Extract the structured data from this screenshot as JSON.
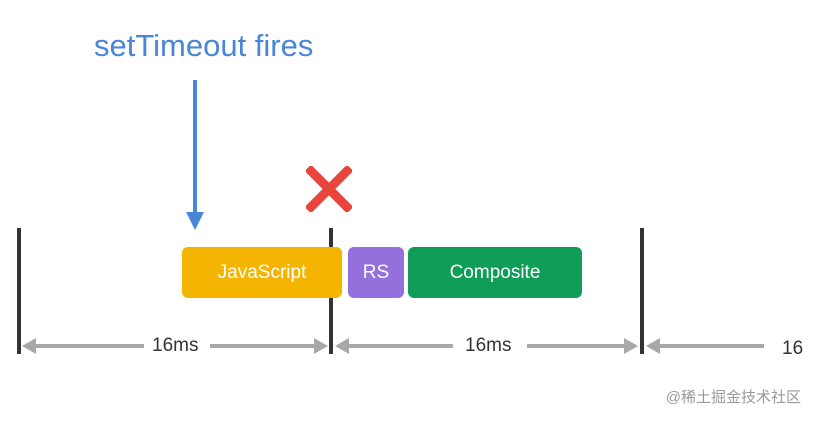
{
  "annotation": {
    "label": "setTimeout fires",
    "color": "#4a86d8"
  },
  "marker": {
    "icon": "red-cross-icon",
    "color": "#e8453c"
  },
  "tasks": [
    {
      "label": "JavaScript",
      "color": "#f4b400"
    },
    {
      "label": "RS",
      "color": "#9370db"
    },
    {
      "label": "Composite",
      "color": "#0f9d58"
    }
  ],
  "frames": [
    {
      "label": "16ms"
    },
    {
      "label": "16ms"
    },
    {
      "label": "16"
    }
  ],
  "watermark": "@稀土掘金技术社区"
}
